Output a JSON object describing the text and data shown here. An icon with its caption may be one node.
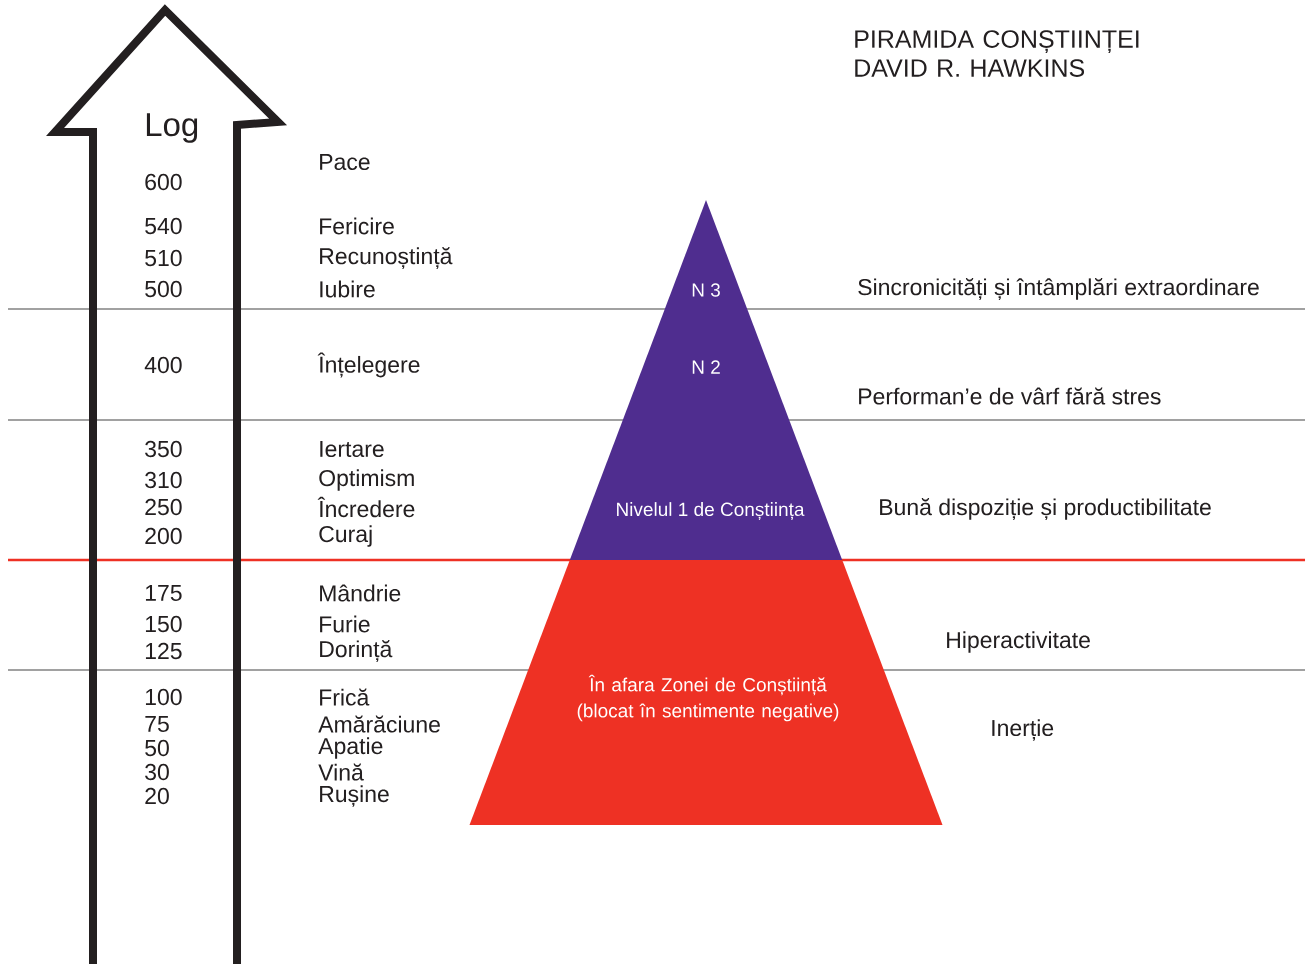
{
  "diagram": {
    "title": "PIRAMIDA CONȘTIINȚEI DAVID R. HAWKINS",
    "nodes": [
      {
        "text": [
          "N 3"
        ]
      },
      {
        "text": [
          "N 2"
        ]
      },
      {
        "text": [
          "Nivelul 1 de Conștiința"
        ]
      },
      {
        "text": [
          "În afara Zonei de Conștiință (blocat în sentimente negative)"
        ]
      }
    ],
    "edges": [],
    "labels": [
      "Log",
      "Pace",
      "600",
      "540",
      "Fericire",
      "510",
      "Recunoștință",
      "500",
      "Iubire",
      "Sincronicități și întâmplări extraordinare",
      "400",
      "Înțelegere",
      "Performan’e de vârf fără stres",
      "350",
      "Iertare",
      "310",
      "Optimism",
      "250",
      "Încredere",
      "Bună dispoziție și productibilitate",
      "200",
      "Curaj",
      "175",
      "Mândrie",
      "150",
      "Furie",
      "125",
      "Dorință",
      "Hiperactivitate",
      "100",
      "Frică",
      "75",
      "Amărăciune",
      "Inerție",
      "50",
      "Apatie",
      "30",
      "Vină",
      "20",
      "Rușine"
    ]
  }
}
